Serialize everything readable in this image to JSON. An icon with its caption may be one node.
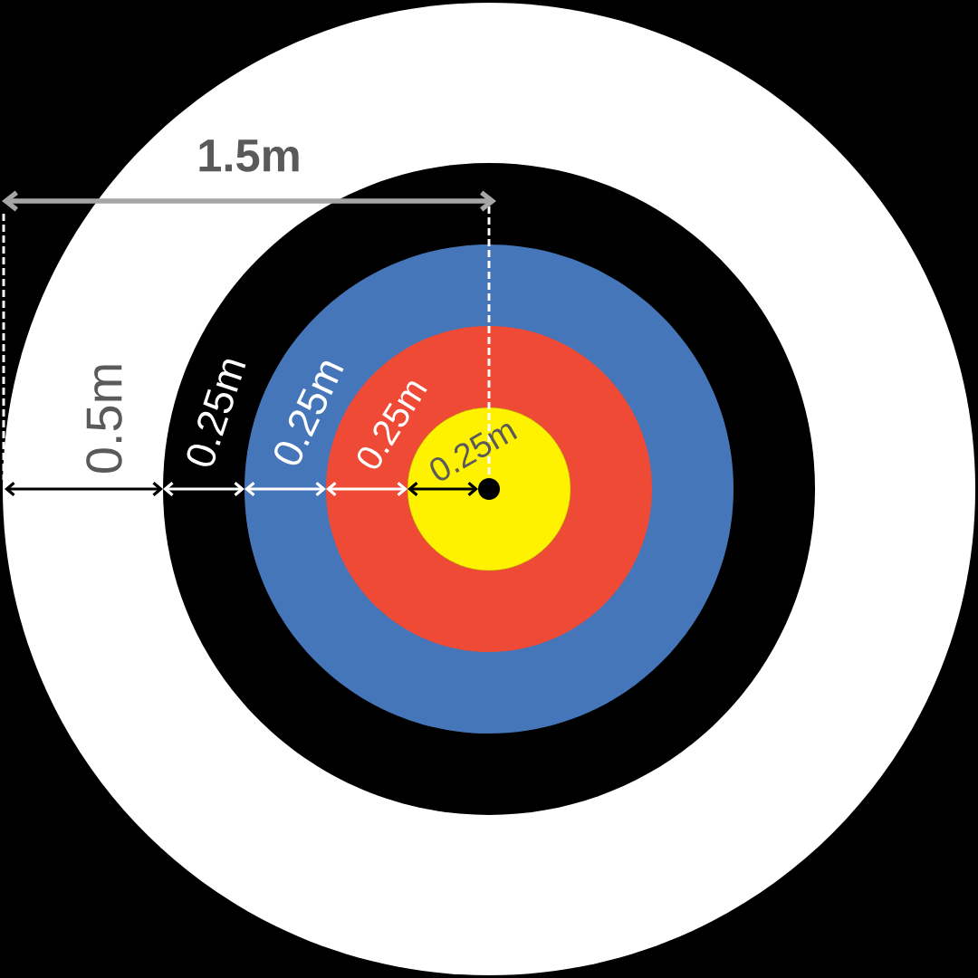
{
  "diagram": {
    "labels": [
      "1.5m",
      "0.5m",
      "0.25m",
      "0.25m",
      "0.25m",
      "0.25m"
    ]
  }
}
